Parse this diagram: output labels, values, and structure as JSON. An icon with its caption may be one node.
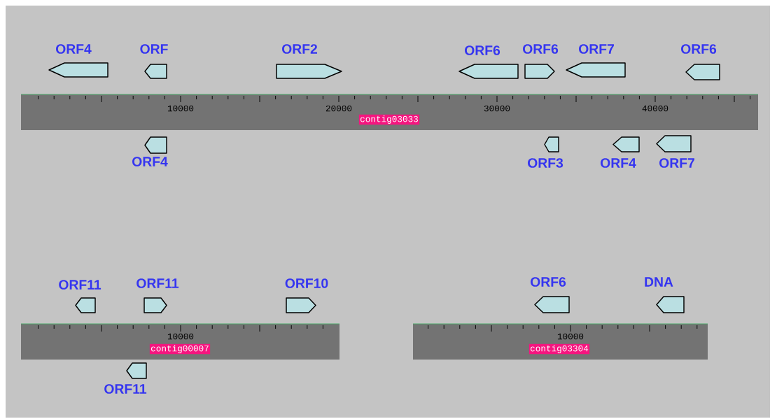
{
  "diagram": {
    "nodes": [
      {
        "text": [
          "contig03033"
        ]
      },
      {
        "text": [
          "ORF4"
        ]
      },
      {
        "text": [
          "ORF"
        ]
      },
      {
        "text": [
          "ORF2"
        ]
      },
      {
        "text": [
          "ORF6"
        ]
      },
      {
        "text": [
          "ORF6"
        ]
      },
      {
        "text": [
          "ORF7"
        ]
      },
      {
        "text": [
          "ORF6"
        ]
      },
      {
        "text": [
          "ORF4"
        ]
      },
      {
        "text": [
          "ORF3"
        ]
      },
      {
        "text": [
          "ORF4"
        ]
      },
      {
        "text": [
          "ORF7"
        ]
      },
      {
        "text": [
          "contig00007"
        ]
      },
      {
        "text": [
          "ORF11"
        ]
      },
      {
        "text": [
          "ORF11"
        ]
      },
      {
        "text": [
          "ORF10"
        ]
      },
      {
        "text": [
          "ORF11"
        ]
      },
      {
        "text": [
          "contig03304"
        ]
      },
      {
        "text": [
          "ORF6"
        ]
      },
      {
        "text": [
          "DNA"
        ]
      }
    ],
    "labels": [
      "10000",
      "20000",
      "30000",
      "40000",
      "10000",
      "10000"
    ]
  }
}
